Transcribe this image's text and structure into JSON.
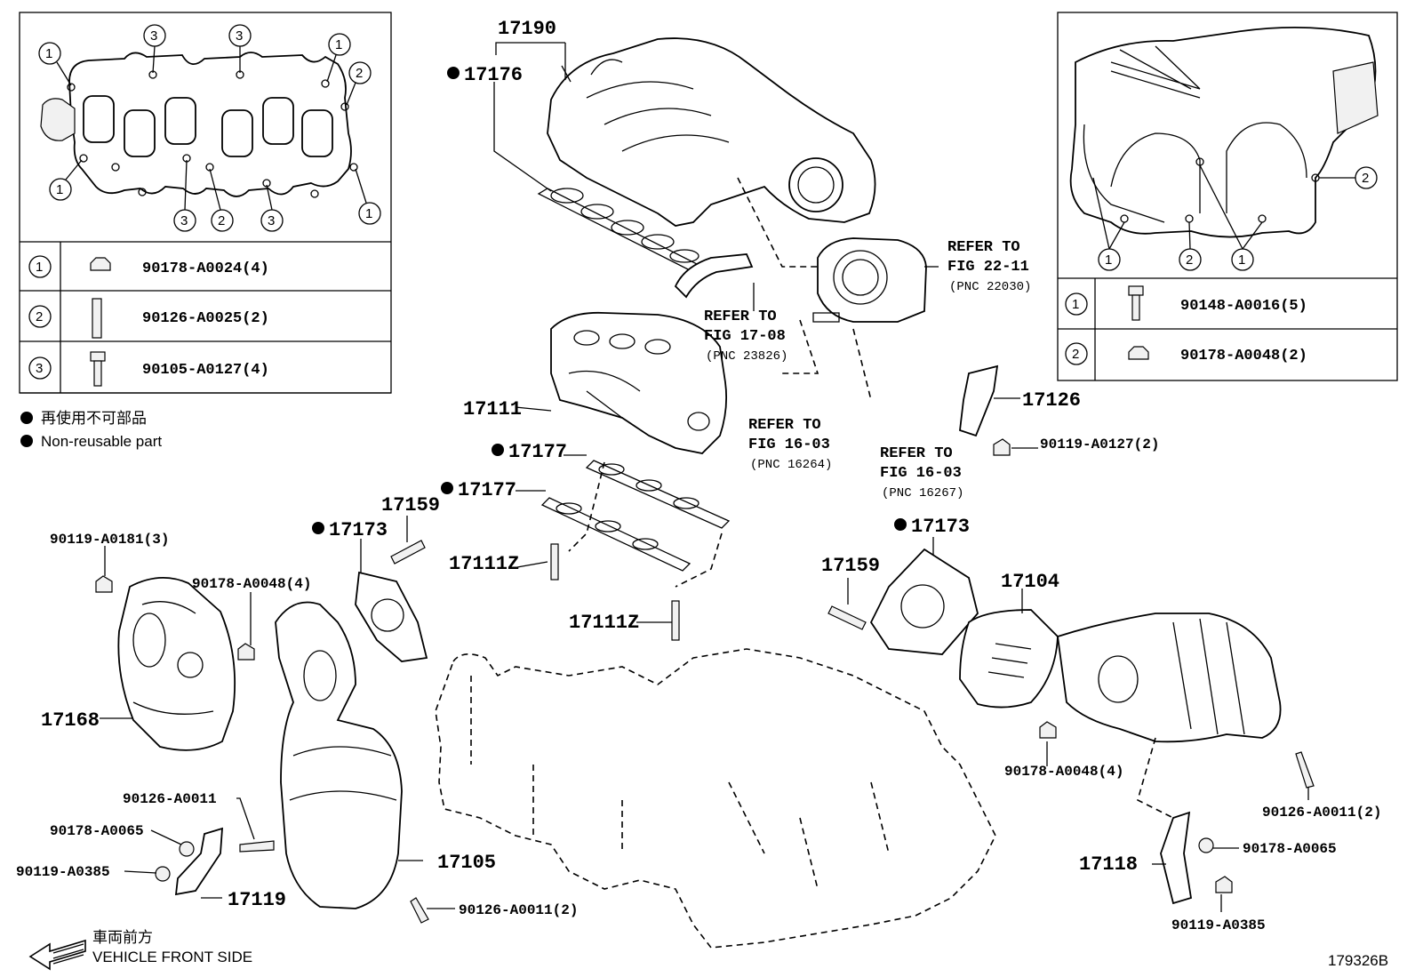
{
  "gasket_box": {
    "row1_part": "90178-A0024(4)",
    "row2_part": "90126-A0025(2)",
    "row3_part": "90105-A0127(4)",
    "callout_1": "1",
    "callout_2": "2",
    "callout_3": "3"
  },
  "legend": {
    "non_reusable_jp": "再使用不可部品",
    "non_reusable_en": "Non-reusable part"
  },
  "detail_box": {
    "row1_part": "90148-A0016(5)",
    "row2_part": "90178-A0048(2)",
    "callout_1": "1",
    "callout_2": "2"
  },
  "parts": {
    "p17190": "17190",
    "p17176": "17176",
    "p17111": "17111",
    "p17177_a": "17177",
    "p17177_b": "17177",
    "p17159_a": "17159",
    "p17173_a": "17173",
    "p17111z_a": "17111Z",
    "p17111z_b": "17111Z",
    "p17126": "17126",
    "p17173_b": "17173",
    "p17159_b": "17159",
    "p17104": "17104",
    "p17168": "17168",
    "p17105": "17105",
    "p17119": "17119",
    "p17118": "17118"
  },
  "hardware": {
    "h90119_a0181": "90119-A0181(3)",
    "h90178_a0048_4a": "90178-A0048(4)",
    "h90119_a0127": "90119-A0127(2)",
    "h90126_a0011": "90126-A0011",
    "h90178_a0065_a": "90178-A0065",
    "h90119_a0385_a": "90119-A0385",
    "h90126_a0011_2a": "90126-A0011(2)",
    "h90178_a0048_4b": "90178-A0048(4)",
    "h90126_a0011_2b": "90126-A0011(2)",
    "h90178_a0065_b": "90178-A0065",
    "h90119_a0385_b": "90119-A0385"
  },
  "refs": {
    "r1_l1": "REFER TO",
    "r1_l2": "FIG 22-11",
    "r1_l3": "(PNC 22030)",
    "r2_l1": "REFER TO",
    "r2_l2": "FIG 17-08",
    "r2_l3": "(PNC 23826)",
    "r3_l1": "REFER TO",
    "r3_l2": "FIG 16-03",
    "r3_l3": "(PNC 16264)",
    "r4_l1": "REFER TO",
    "r4_l2": "FIG 16-03",
    "r4_l3": "(PNC 16267)"
  },
  "direction": {
    "jp": "車両前方",
    "en": "VEHICLE FRONT SIDE"
  },
  "figure_id": "179326B"
}
